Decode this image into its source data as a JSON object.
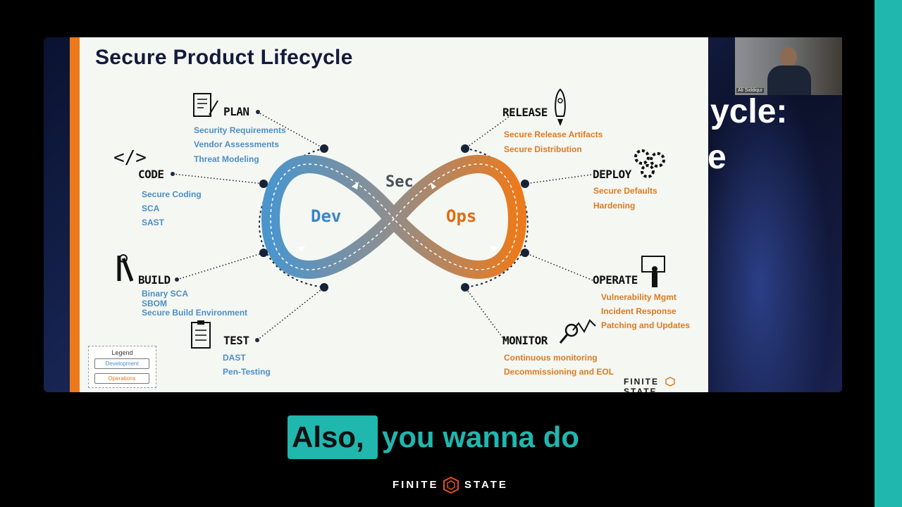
{
  "slide": {
    "title": "Secure Product Lifecycle",
    "center": {
      "left": "Dev",
      "middle": "Sec",
      "right": "Ops"
    },
    "stages": {
      "plan": {
        "title": "PLAN",
        "items": [
          "Security Requirements",
          "Vendor Assessments",
          "Threat Modeling"
        ]
      },
      "code": {
        "title": "CODE",
        "items": [
          "Secure Coding",
          "SCA",
          "SAST"
        ]
      },
      "build": {
        "title": "BUILD",
        "items": [
          "Binary SCA",
          "SBOM",
          "Secure Build Environment"
        ]
      },
      "test": {
        "title": "TEST",
        "items": [
          "DAST",
          "Pen-Testing"
        ]
      },
      "release": {
        "title": "RELEASE",
        "items": [
          "Secure Release Artifacts",
          "Secure Distribution"
        ]
      },
      "deploy": {
        "title": "DEPLOY",
        "items": [
          "Secure Defaults",
          "Hardening"
        ]
      },
      "operate": {
        "title": "OPERATE",
        "items": [
          "Vulnerability Mgmt",
          "Incident Response",
          "Patching and Updates"
        ]
      },
      "monitor": {
        "title": "MONITOR",
        "items": [
          "Continuous monitoring",
          "Decommissioning and EOL"
        ]
      }
    },
    "legend": {
      "title": "Legend",
      "development": "Development",
      "operations": "Operations"
    },
    "brand": "FINITE",
    "brand2": "STATE",
    "colors": {
      "dev": "#4b8fc7",
      "ops": "#e07a1f",
      "accent": "#1fb7ae"
    }
  },
  "background_text": {
    "line1": "ycle:",
    "line2": "e"
  },
  "webcam": {
    "name": "Ali Siddiqui"
  },
  "caption": {
    "highlight": "Also,",
    "rest": "you wanna do"
  },
  "footer": {
    "brand_left": "FINITE",
    "brand_right": "STATE"
  }
}
